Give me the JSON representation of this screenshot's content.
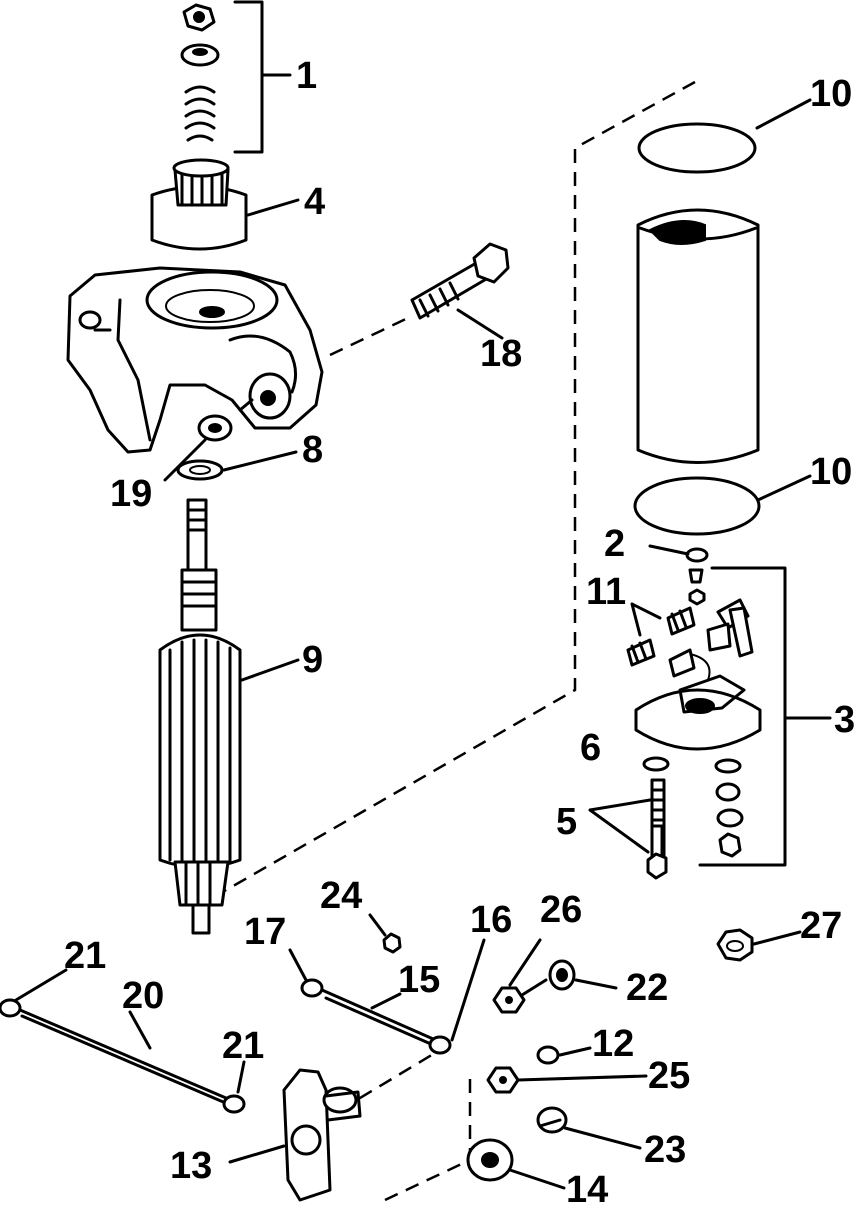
{
  "callouts": [
    {
      "id": "1",
      "label": "1"
    },
    {
      "id": "2",
      "label": "2"
    },
    {
      "id": "3",
      "label": "3"
    },
    {
      "id": "4",
      "label": "4"
    },
    {
      "id": "5",
      "label": "5"
    },
    {
      "id": "6",
      "label": "6"
    },
    {
      "id": "8",
      "label": "8"
    },
    {
      "id": "9",
      "label": "9"
    },
    {
      "id": "10a",
      "label": "10"
    },
    {
      "id": "10b",
      "label": "10"
    },
    {
      "id": "11",
      "label": "11"
    },
    {
      "id": "12",
      "label": "12"
    },
    {
      "id": "13",
      "label": "13"
    },
    {
      "id": "14",
      "label": "14"
    },
    {
      "id": "15",
      "label": "15"
    },
    {
      "id": "16",
      "label": "16"
    },
    {
      "id": "17",
      "label": "17"
    },
    {
      "id": "18",
      "label": "18"
    },
    {
      "id": "19",
      "label": "19"
    },
    {
      "id": "20",
      "label": "20"
    },
    {
      "id": "21a",
      "label": "21"
    },
    {
      "id": "21b",
      "label": "21"
    },
    {
      "id": "22",
      "label": "22"
    },
    {
      "id": "23",
      "label": "23"
    },
    {
      "id": "24",
      "label": "24"
    },
    {
      "id": "25",
      "label": "25"
    },
    {
      "id": "26",
      "label": "26"
    },
    {
      "id": "27",
      "label": "27"
    }
  ]
}
